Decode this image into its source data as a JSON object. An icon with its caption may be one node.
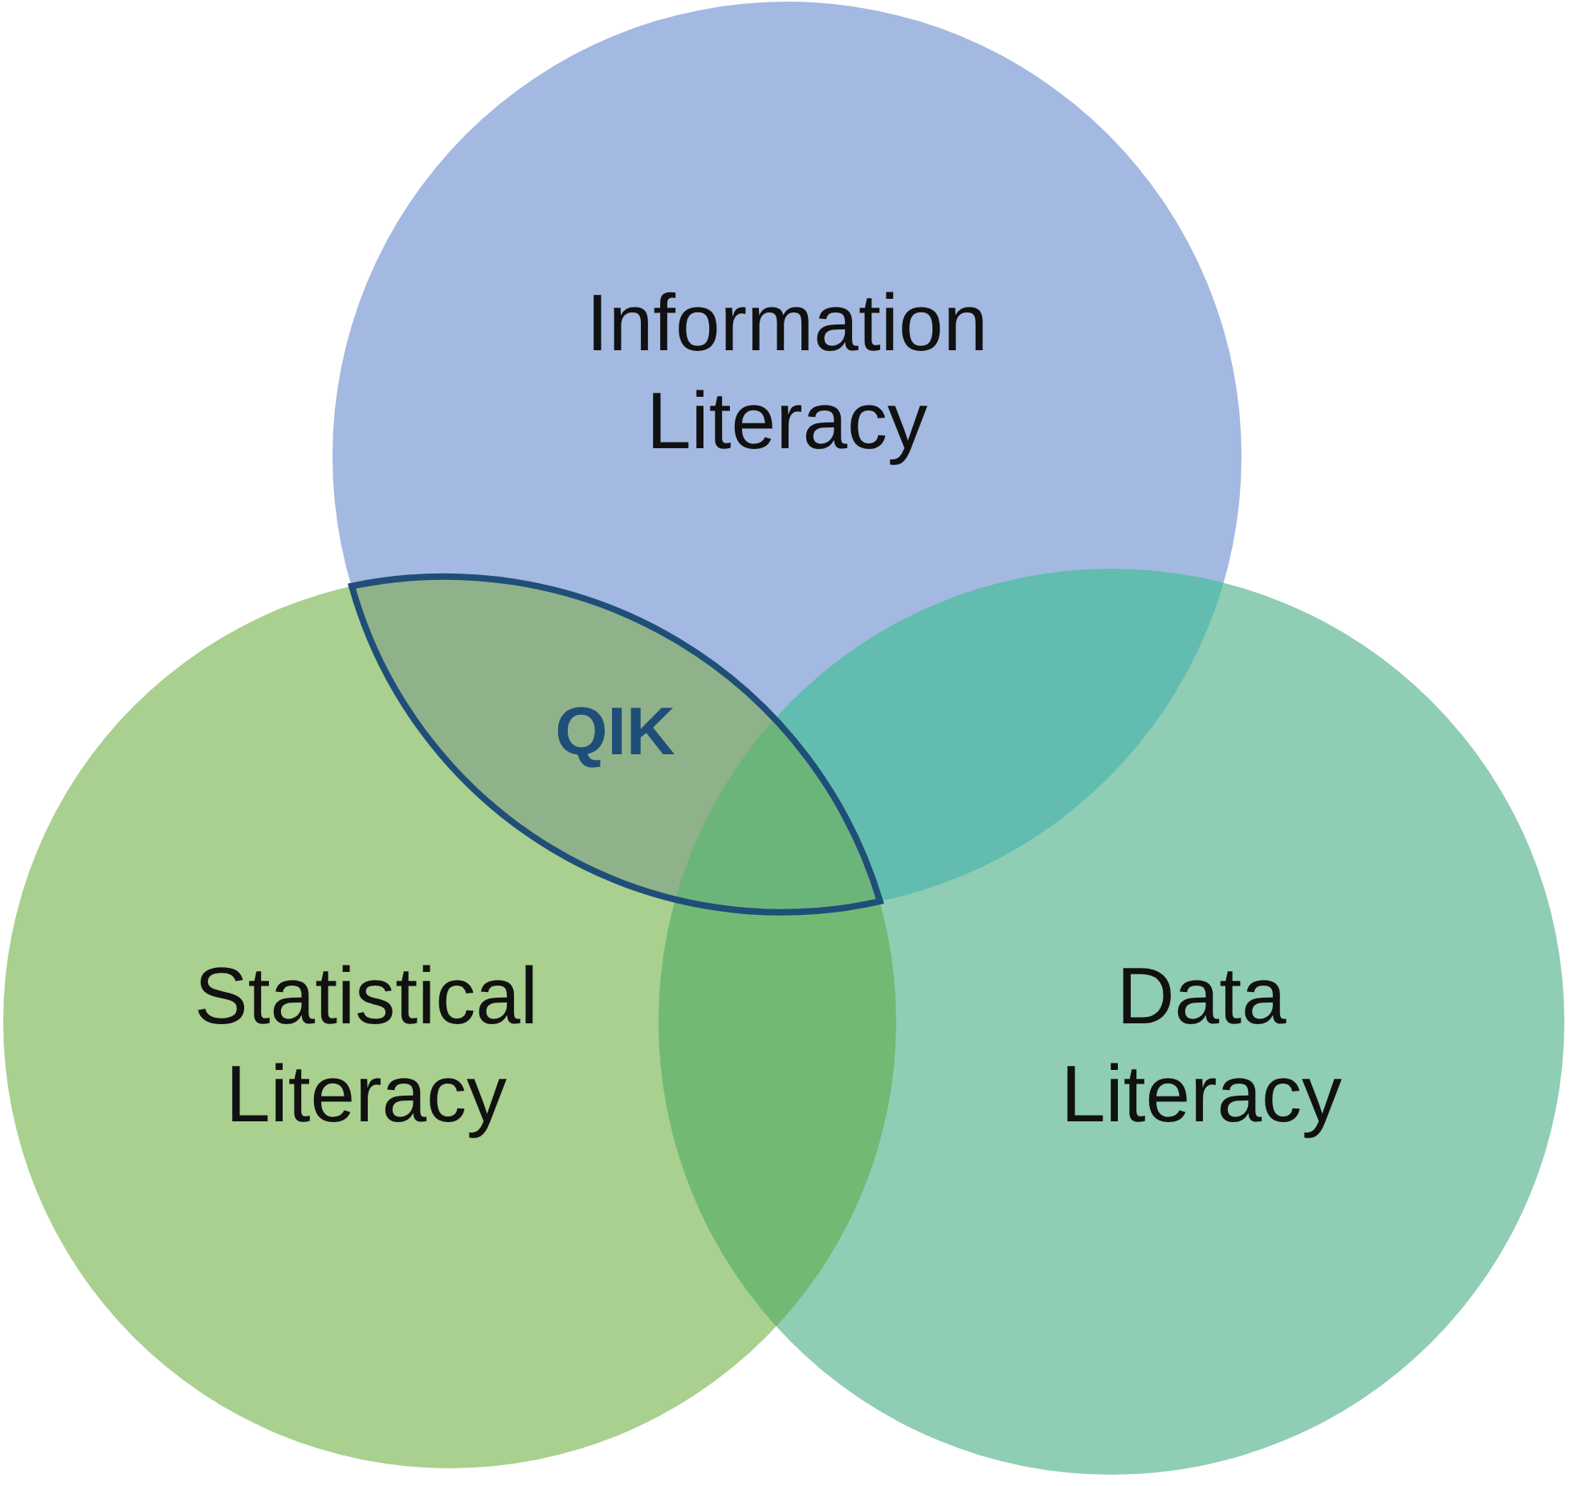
{
  "diagram": {
    "nodes": [
      {
        "text": [
          "Information Literacy"
        ]
      },
      {
        "text": [
          "Statistical Literacy"
        ]
      },
      {
        "text": [
          "Data Literacy"
        ]
      },
      {
        "text": [
          "QIK"
        ]
      }
    ]
  }
}
